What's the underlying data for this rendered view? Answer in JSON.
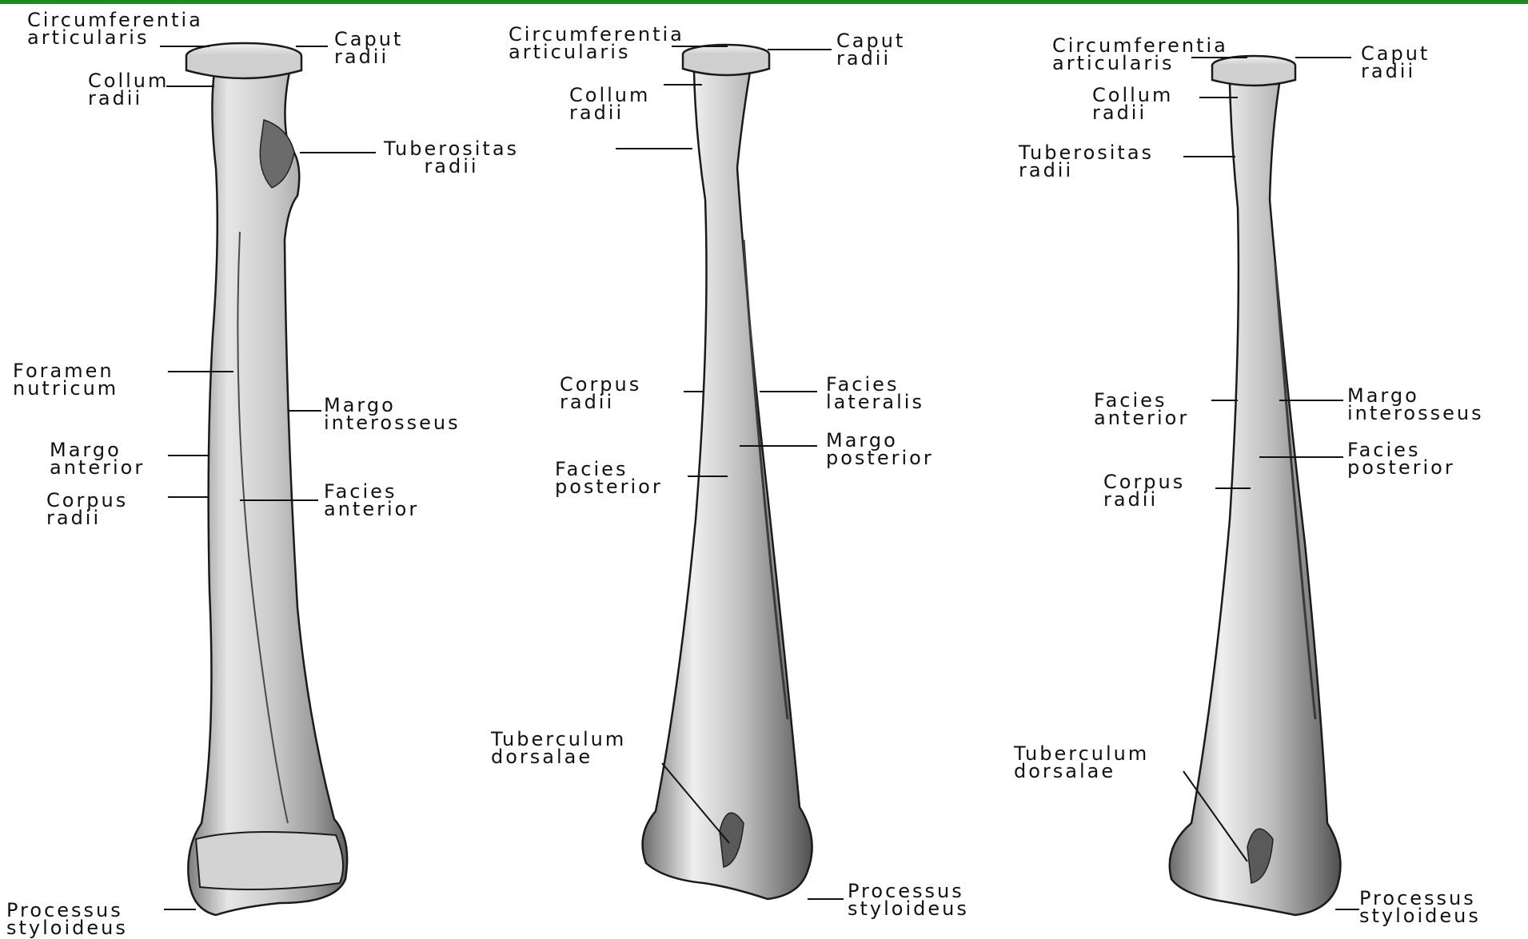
{
  "labels": {
    "a_circumferentia": [
      "Circumferentia",
      "articularis"
    ],
    "a_caput": [
      "Caput",
      "radii"
    ],
    "a_collum": [
      "Collum",
      "radii"
    ],
    "a_tuberositas": [
      "Tuberositas",
      "radii"
    ],
    "a_foramen": [
      "Foramen",
      "nutricum"
    ],
    "a_margo_interosseus": [
      "Margo",
      "interosseus"
    ],
    "a_margo_anterior": [
      "Margo",
      "anterior"
    ],
    "a_facies_anterior": [
      "Facies",
      "anterior"
    ],
    "a_corpus": [
      "Corpus",
      "radii"
    ],
    "a_processus": [
      "Processus",
      "styloideus"
    ],
    "b_circumferentia": [
      "Circumferentia",
      "articularis"
    ],
    "b_caput": [
      "Caput",
      "radii"
    ],
    "b_collum": [
      "Collum",
      "radii"
    ],
    "b_corpus": [
      "Corpus",
      "radii"
    ],
    "b_facies_lateralis": [
      "Facies",
      "lateralis"
    ],
    "b_margo_posterior": [
      "Margo",
      "posterior"
    ],
    "b_facies_posterior": [
      "Facies",
      "posterior"
    ],
    "b_tuberculum": [
      "Tuberculum",
      "dorsalae"
    ],
    "b_processus": [
      "Processus",
      "styloideus"
    ],
    "c_circumferentia": [
      "Circumferentia",
      "articularis"
    ],
    "c_caput": [
      "Caput",
      "radii"
    ],
    "c_collum": [
      "Collum",
      "radii"
    ],
    "c_tuberositas": [
      "Tuberositas",
      "radii"
    ],
    "c_facies_anterior": [
      "Facies",
      "anterior"
    ],
    "c_margo_interosseus": [
      "Margo",
      "interosseus"
    ],
    "c_facies_posterior": [
      "Facies",
      "posterior"
    ],
    "c_corpus": [
      "Corpus",
      "radii"
    ],
    "c_tuberculum": [
      "Tuberculum",
      "dorsalae"
    ],
    "c_processus": [
      "Processus",
      "styloideus"
    ]
  },
  "colors": {
    "top_bar": "#1f8a1f",
    "bone_fill": "#e2e2e2",
    "bone_shade": "#8c8c8c",
    "outline": "#1a1a1a"
  }
}
